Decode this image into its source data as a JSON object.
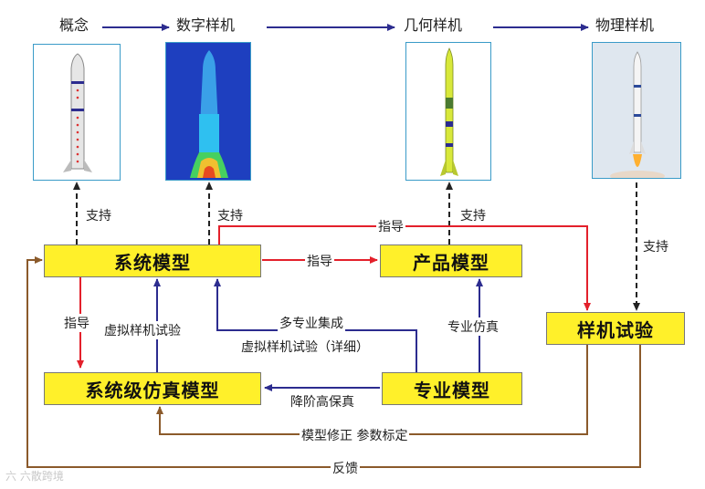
{
  "stages": [
    "概念",
    "数字样机",
    "几何样机",
    "物理样机"
  ],
  "boxes": {
    "system_model": "系统模型",
    "product_model": "产品模型",
    "sample_test": "样机试验",
    "system_sim_model": "系统级仿真模型",
    "special_model": "专业模型"
  },
  "labels": {
    "support": "支持",
    "guide": "指导",
    "virtual_test": "虚拟样机试验",
    "multi_integration": "多专业集成",
    "virtual_test_detail": "虚拟样机试验（详细）",
    "special_sim": "专业仿真",
    "reduce_order": "降阶高保真",
    "model_correction": "模型修正  参数标定",
    "feedback": "反馈"
  },
  "watermark": "六 六散跨境",
  "colors": {
    "blue": "#2c2c8f",
    "red": "#e3202b",
    "brown": "#8b5a2b",
    "box_fill": "#fff02a",
    "frame": "#3a9bc8"
  }
}
